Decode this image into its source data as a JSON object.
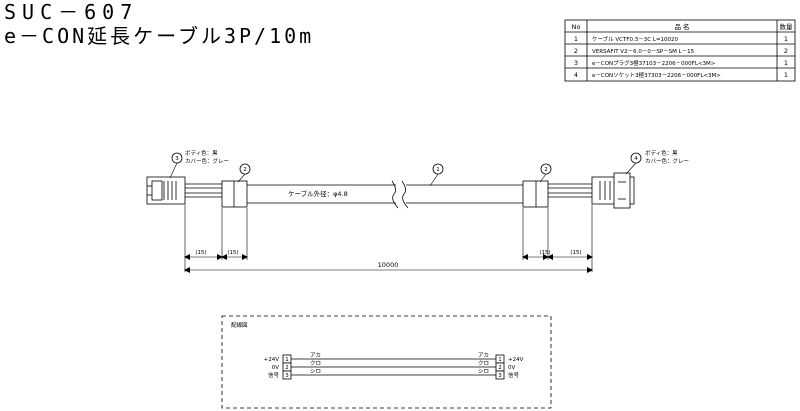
{
  "titles": {
    "part_number": "SUC－607",
    "description": "e－CON延長ケーブル3P/10m"
  },
  "parts_table": {
    "headers": [
      "No",
      "品 名",
      "数量"
    ],
    "rows": [
      {
        "no": "1",
        "name": "ケーブル VCTF0.3－3C L=10020",
        "qty": "1"
      },
      {
        "no": "2",
        "name": "VERSAFIT V2－6.0－0－SP－SM L－15",
        "qty": "2"
      },
      {
        "no": "3",
        "name": "e－CONプラグ3極37103－2206－000FL<3M>",
        "qty": "1"
      },
      {
        "no": "4",
        "name": "e－CONソケット3極37303－2206－000FL<3M>",
        "qty": "1"
      }
    ]
  },
  "drawing": {
    "callouts": [
      "3",
      "2",
      "1",
      "2",
      "4"
    ],
    "left_connector_note": [
      "ボディ色：黒",
      "カバー色：グレー"
    ],
    "right_connector_note": [
      "ボディ色：黒",
      "カバー色：グレー"
    ],
    "cable_od_label": "ケーブル外径：φ4.8",
    "dimensions": {
      "left_a": "(15)",
      "left_b": "(15)",
      "right_a": "(15)",
      "right_b": "(15)",
      "total": "10000"
    }
  },
  "wiring": {
    "title": "配線図",
    "rows": [
      {
        "signal": "+24V",
        "pin": "1",
        "color": "アカ"
      },
      {
        "signal": "0V",
        "pin": "2",
        "color": "クロ"
      },
      {
        "signal": "信号",
        "pin": "3",
        "color": "シロ"
      }
    ]
  }
}
